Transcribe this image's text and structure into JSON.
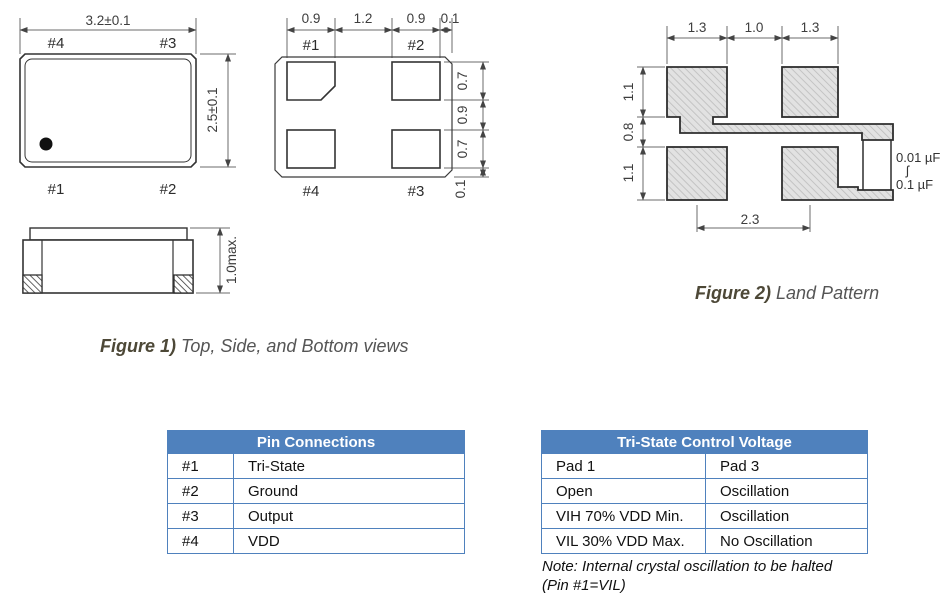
{
  "figure1": {
    "caption_bold": "Figure 1)",
    "caption_rest": " Top, Side, and Bottom views",
    "top_view": {
      "width_dim": "3.2±0.1",
      "height_dim": "2.5±0.1",
      "pin_top_left": "#4",
      "pin_top_right": "#3",
      "pin_bottom_left": "#1",
      "pin_bottom_right": "#2"
    },
    "bottom_view": {
      "top_dims": [
        "0.9",
        "1.2",
        "0.9",
        "0.1"
      ],
      "right_dims": [
        "0.7",
        "0.9",
        "0.7",
        "0.1"
      ],
      "pin_top_left": "#1",
      "pin_top_right": "#2",
      "pin_bottom_left": "#4",
      "pin_bottom_right": "#3"
    },
    "side_view": {
      "height_dim": "1.0max."
    }
  },
  "figure2": {
    "caption_bold": "Figure 2)",
    "caption_rest": " Land Pattern",
    "top_dims": [
      "1.3",
      "1.0",
      "1.3"
    ],
    "left_dims": [
      "1.1",
      "0.8",
      "1.1"
    ],
    "bottom_dim": "2.3",
    "cap_min": "0.01 µF",
    "cap_tilde": "ʃ",
    "cap_max": "0.1 µF"
  },
  "pin_table": {
    "title": "Pin Connections",
    "rows": [
      [
        "#1",
        "Tri-State"
      ],
      [
        "#2",
        "Ground"
      ],
      [
        "#3",
        "Output"
      ],
      [
        "#4",
        "VDD"
      ]
    ]
  },
  "tristate_table": {
    "title": "Tri-State Control Voltage",
    "rows": [
      [
        "Pad 1",
        "Pad 3"
      ],
      [
        "Open",
        "Oscillation"
      ],
      [
        "VIH 70% VDD Min.",
        "Oscillation"
      ],
      [
        "VIL 30% VDD Max.",
        "No Oscillation"
      ]
    ],
    "note_line1": "Note: Internal crystal oscillation to be halted",
    "note_line2": "(Pin #1=VIL)"
  },
  "colors": {
    "table_header_blue": "#4f81bd",
    "drawing_line": "#333333",
    "dimension_gray": "#4d4d4d",
    "caption_brown": "#4d4837"
  }
}
